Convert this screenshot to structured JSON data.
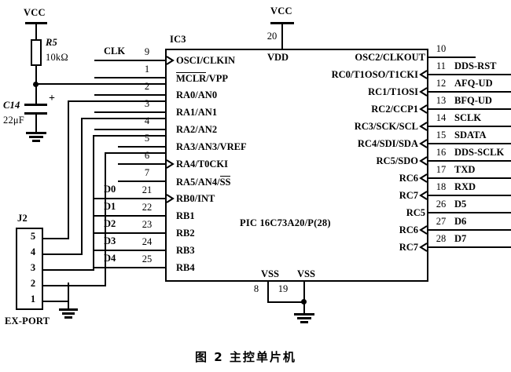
{
  "figure": {
    "caption": "图 2  主控单片机",
    "ic_refdes": "IC3",
    "ic_part": "PIC 16C73A20/P(28)"
  },
  "power": {
    "vcc_left_label": "VCC",
    "vcc_top_label": "VCC",
    "vdd_label": "VDD",
    "vdd_pin": "20",
    "vss_label_left": "VSS",
    "vss_label_right": "VSS",
    "vss_pin_left": "8",
    "vss_pin_right": "19"
  },
  "components": {
    "r5": {
      "refdes": "R5",
      "value": "10kΩ"
    },
    "c14": {
      "refdes": "C14",
      "value": "22μF",
      "polarity": "+"
    },
    "j2": {
      "refdes": "J2",
      "name": "EX-PORT",
      "pins": [
        "5",
        "4",
        "3",
        "2",
        "1"
      ]
    }
  },
  "left_pins": [
    {
      "num": "9",
      "label": "OSCI/CLKIN",
      "net": "CLK",
      "arrow": true,
      "overline": ""
    },
    {
      "num": "1",
      "label": "MCLR/VPP",
      "net": "",
      "arrow": false,
      "overline": "MCLR"
    },
    {
      "num": "2",
      "label": "RA0/AN0",
      "net": "",
      "arrow": false,
      "overline": ""
    },
    {
      "num": "3",
      "label": "RA1/AN1",
      "net": "",
      "arrow": false,
      "overline": ""
    },
    {
      "num": "4",
      "label": "RA2/AN2",
      "net": "",
      "arrow": false,
      "overline": ""
    },
    {
      "num": "5",
      "label": "RA3/AN3/VREF",
      "net": "",
      "arrow": false,
      "overline": ""
    },
    {
      "num": "6",
      "label": "RA4/T0CKI",
      "net": "",
      "arrow": true,
      "overline": ""
    },
    {
      "num": "7",
      "label": "RA5/AN4/SS",
      "net": "",
      "arrow": false,
      "overline": "SS"
    },
    {
      "num": "21",
      "label": "RB0/INT",
      "net": "D0",
      "arrow": true,
      "overline": ""
    },
    {
      "num": "22",
      "label": "RB1",
      "net": "D1",
      "arrow": false,
      "overline": ""
    },
    {
      "num": "23",
      "label": "RB2",
      "net": "D2",
      "arrow": false,
      "overline": ""
    },
    {
      "num": "24",
      "label": "RB3",
      "net": "D3",
      "arrow": false,
      "overline": ""
    },
    {
      "num": "25",
      "label": "RB4",
      "net": "D4",
      "arrow": false,
      "overline": ""
    }
  ],
  "right_pins": [
    {
      "num": "10",
      "label": "OSC2/CLKOUT",
      "net": "",
      "arrow": false
    },
    {
      "num": "11",
      "label": "RC0/T1OSO/T1CKI",
      "net": "DDS-RST",
      "arrow": true
    },
    {
      "num": "12",
      "label": "RC1/T1OSI",
      "net": "AFQ-UD",
      "arrow": true
    },
    {
      "num": "13",
      "label": "RC2/CCP1",
      "net": "BFQ-UD",
      "arrow": true
    },
    {
      "num": "14",
      "label": "RC3/SCK/SCL",
      "net": "SCLK",
      "arrow": true
    },
    {
      "num": "15",
      "label": "RC4/SDI/SDA",
      "net": "SDATA",
      "arrow": true
    },
    {
      "num": "16",
      "label": "RC5/SDO",
      "net": "DDS-SCLK",
      "arrow": true
    },
    {
      "num": "17",
      "label": "RC6",
      "net": "TXD",
      "arrow": true
    },
    {
      "num": "18",
      "label": "RC7",
      "net": "RXD",
      "arrow": true
    },
    {
      "num": "26",
      "label": "RC5",
      "net": "D5",
      "arrow": false
    },
    {
      "num": "27",
      "label": "RC6",
      "net": "D6",
      "arrow": true
    },
    {
      "num": "28",
      "label": "RC7",
      "net": "D7",
      "arrow": true
    }
  ]
}
